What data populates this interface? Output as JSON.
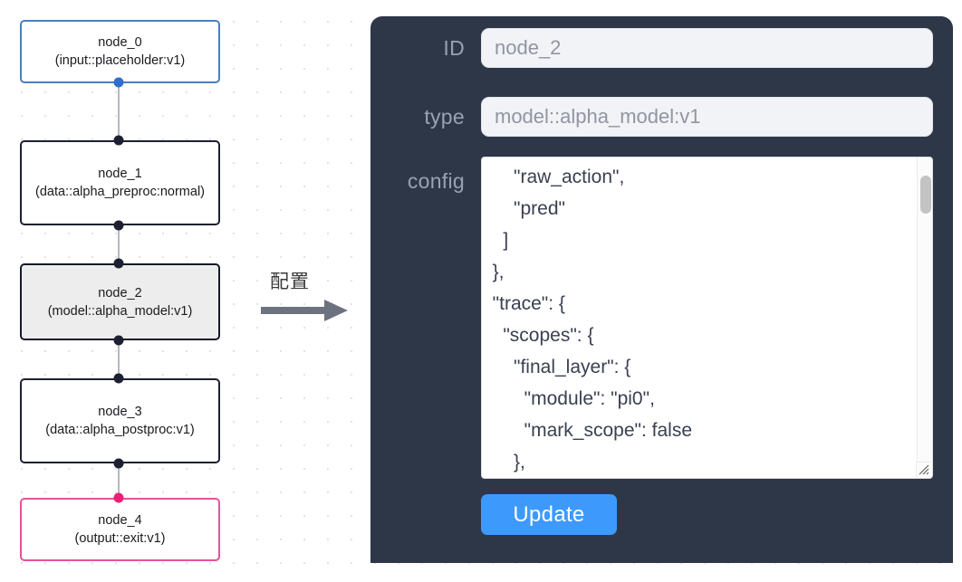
{
  "canvas": {
    "grid": "dotted",
    "background_color": "#ffffff",
    "dot_color": "#d9d9e3"
  },
  "graph": {
    "nodes": [
      {
        "id": "node_0",
        "label": "node_0\n(input::placeholder:v1)",
        "type": "input::placeholder:v1",
        "style": "blue",
        "selected": false,
        "port_color": "#2f6fd0"
      },
      {
        "id": "node_1",
        "label": "node_1\n(data::alpha_preproc:normal)",
        "type": "data::alpha_preproc:normal",
        "style": "default",
        "selected": false,
        "port_color": "#1d2030"
      },
      {
        "id": "node_2",
        "label": "node_2\n(model::alpha_model:v1)",
        "type": "model::alpha_model:v1",
        "style": "default",
        "selected": true,
        "port_color": "#1d2030"
      },
      {
        "id": "node_3",
        "label": "node_3\n(data::alpha_postproc:v1)",
        "type": "data::alpha_postproc:v1",
        "style": "default",
        "selected": false,
        "port_color": "#1d2030"
      },
      {
        "id": "node_4",
        "label": "node_4\n(output::exit:v1)",
        "type": "output::exit:v1",
        "style": "pink",
        "selected": false,
        "port_color": "#ec1f78"
      }
    ],
    "edges": [
      {
        "from": "node_0",
        "to": "node_1"
      },
      {
        "from": "node_1",
        "to": "node_2"
      },
      {
        "from": "node_2",
        "to": "node_3"
      },
      {
        "from": "node_3",
        "to": "node_4"
      }
    ]
  },
  "arrow": {
    "label": "配置",
    "color": "#6d7280",
    "direction": "right"
  },
  "panel": {
    "background_color": "#2e3748",
    "fields": {
      "id": {
        "label": "ID",
        "value": "node_2",
        "placeholder": "node_2"
      },
      "type": {
        "label": "type",
        "value": "model::alpha_model:v1",
        "placeholder": "model::alpha_model:v1"
      },
      "config": {
        "label": "config",
        "value": "      \"raw_action\",\n      \"pred\"\n    ]\n  },\n  \"trace\": {\n    \"scopes\": {\n      \"final_layer\": {\n        \"module\": \"pi0\",\n        \"mark_scope\": false\n      },\n      \"action_model\": {",
        "scroll_position": "middle",
        "resizable": true
      }
    },
    "update_button": {
      "label": "Update",
      "color": "#3d9afc"
    }
  }
}
